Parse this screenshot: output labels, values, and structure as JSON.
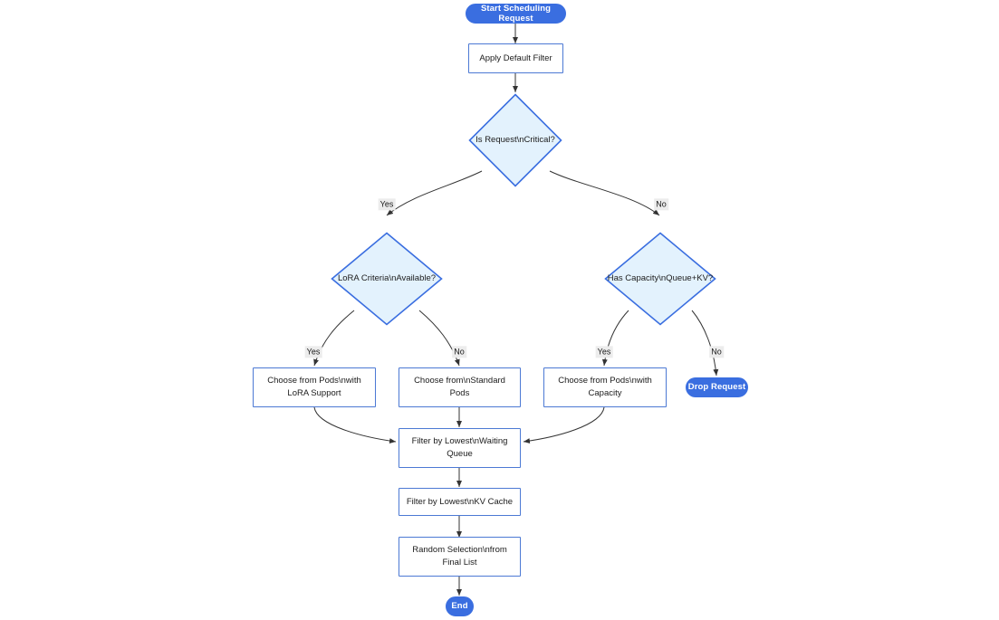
{
  "diagram": {
    "type": "flowchart",
    "direction": "top-down",
    "background_color": "#ffffff",
    "edge_color": "#333333",
    "palette": {
      "terminal_fill": "#3a6ee0",
      "terminal_text": "#ffffff",
      "process_fill": "#ffffff",
      "process_border": "#4c79d4",
      "process_text": "#1b1b1b",
      "decision_fill": "#e3f2fd",
      "decision_border": "#3a6ee0",
      "decision_text": "#1b1b1b",
      "edge_label_chip": "#ececec"
    },
    "nodes": [
      {
        "id": "start",
        "shape": "stadium",
        "label": "Start Scheduling Request",
        "lines": [
          "Start Scheduling Request"
        ]
      },
      {
        "id": "default",
        "shape": "rect",
        "label": "Apply Default Filter",
        "lines": [
          "Apply Default Filter"
        ]
      },
      {
        "id": "critical",
        "shape": "diamond",
        "label": "Is Request\\nCritical?",
        "lines": [
          "Is Request\\nCritical?"
        ]
      },
      {
        "id": "lora",
        "shape": "diamond",
        "label": "LoRA Criteria\\nAvailable?",
        "lines": [
          "LoRA Criteria\\nAvailable?"
        ]
      },
      {
        "id": "capacity",
        "shape": "diamond",
        "label": "Has Capacity\\nQueue+KV?",
        "lines": [
          "Has Capacity\\nQueue+KV?"
        ]
      },
      {
        "id": "pods_lora",
        "shape": "rect",
        "label": "Choose from Pods\\nwith LoRA Support",
        "lines": [
          "Choose from Pods\\nwith",
          "LoRA Support"
        ]
      },
      {
        "id": "pods_std",
        "shape": "rect",
        "label": "Choose from\\nStandard Pods",
        "lines": [
          "Choose from\\nStandard",
          "Pods"
        ]
      },
      {
        "id": "pods_cap",
        "shape": "rect",
        "label": "Choose from Pods\\nwith Capacity",
        "lines": [
          "Choose from Pods\\nwith",
          "Capacity"
        ]
      },
      {
        "id": "drop",
        "shape": "stadium",
        "label": "Drop Request",
        "lines": [
          "Drop Request"
        ]
      },
      {
        "id": "filter_queue",
        "shape": "rect",
        "label": "Filter by Lowest\\nWaiting Queue",
        "lines": [
          "Filter by Lowest\\nWaiting",
          "Queue"
        ]
      },
      {
        "id": "filter_kv",
        "shape": "rect",
        "label": "Filter by Lowest\\nKV Cache",
        "lines": [
          "Filter by Lowest\\nKV Cache"
        ]
      },
      {
        "id": "random",
        "shape": "rect",
        "label": "Random Selection\\nfrom Final List",
        "lines": [
          "Random Selection\\nfrom",
          "Final List"
        ]
      },
      {
        "id": "end",
        "shape": "stadium",
        "label": "End",
        "lines": [
          "End"
        ]
      }
    ],
    "edges": [
      {
        "from": "start",
        "to": "default",
        "label": ""
      },
      {
        "from": "default",
        "to": "critical",
        "label": ""
      },
      {
        "from": "critical",
        "to": "lora",
        "label": "Yes"
      },
      {
        "from": "critical",
        "to": "capacity",
        "label": "No"
      },
      {
        "from": "lora",
        "to": "pods_lora",
        "label": "Yes"
      },
      {
        "from": "lora",
        "to": "pods_std",
        "label": "No"
      },
      {
        "from": "capacity",
        "to": "pods_cap",
        "label": "Yes"
      },
      {
        "from": "capacity",
        "to": "drop",
        "label": "No"
      },
      {
        "from": "pods_lora",
        "to": "filter_queue",
        "label": ""
      },
      {
        "from": "pods_std",
        "to": "filter_queue",
        "label": ""
      },
      {
        "from": "pods_cap",
        "to": "filter_queue",
        "label": ""
      },
      {
        "from": "filter_queue",
        "to": "filter_kv",
        "label": ""
      },
      {
        "from": "filter_kv",
        "to": "random",
        "label": ""
      },
      {
        "from": "random",
        "to": "end",
        "label": ""
      }
    ],
    "edge_labels": {
      "critical_yes": "Yes",
      "critical_no": "No",
      "lora_yes": "Yes",
      "lora_no": "No",
      "capacity_yes": "Yes",
      "capacity_no": "No"
    }
  }
}
